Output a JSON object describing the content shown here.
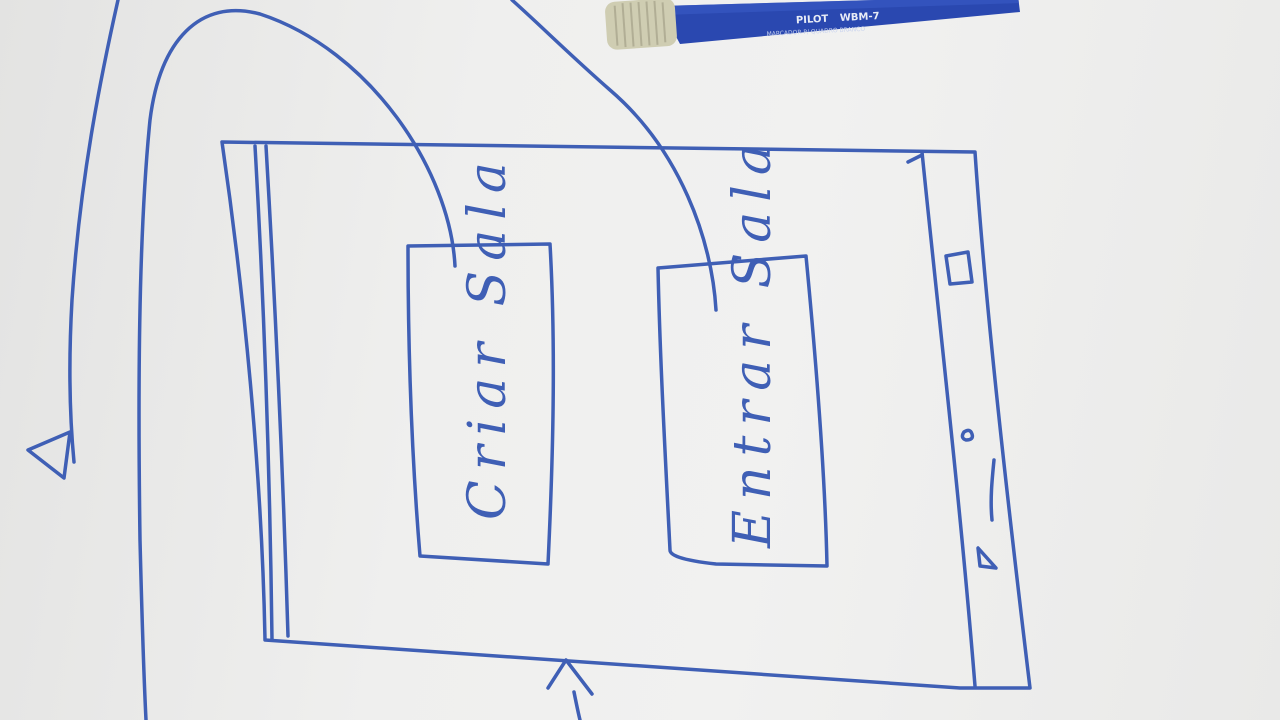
{
  "buttons": {
    "create_room": "Criar Sala",
    "join_room": "Entrar Sala"
  },
  "marker": {
    "brand": "PILOT",
    "model": "WBM-7",
    "subtitle": "MARCADOR P/ QUADRO BRANCO",
    "body_color": "#2a48b0",
    "cap_color": "#cfcdb2"
  },
  "colors": {
    "ink": "#3f5fb5",
    "paper": "#efefee"
  },
  "nav_icons": [
    "square-icon",
    "circle-icon",
    "triangle-icon"
  ]
}
